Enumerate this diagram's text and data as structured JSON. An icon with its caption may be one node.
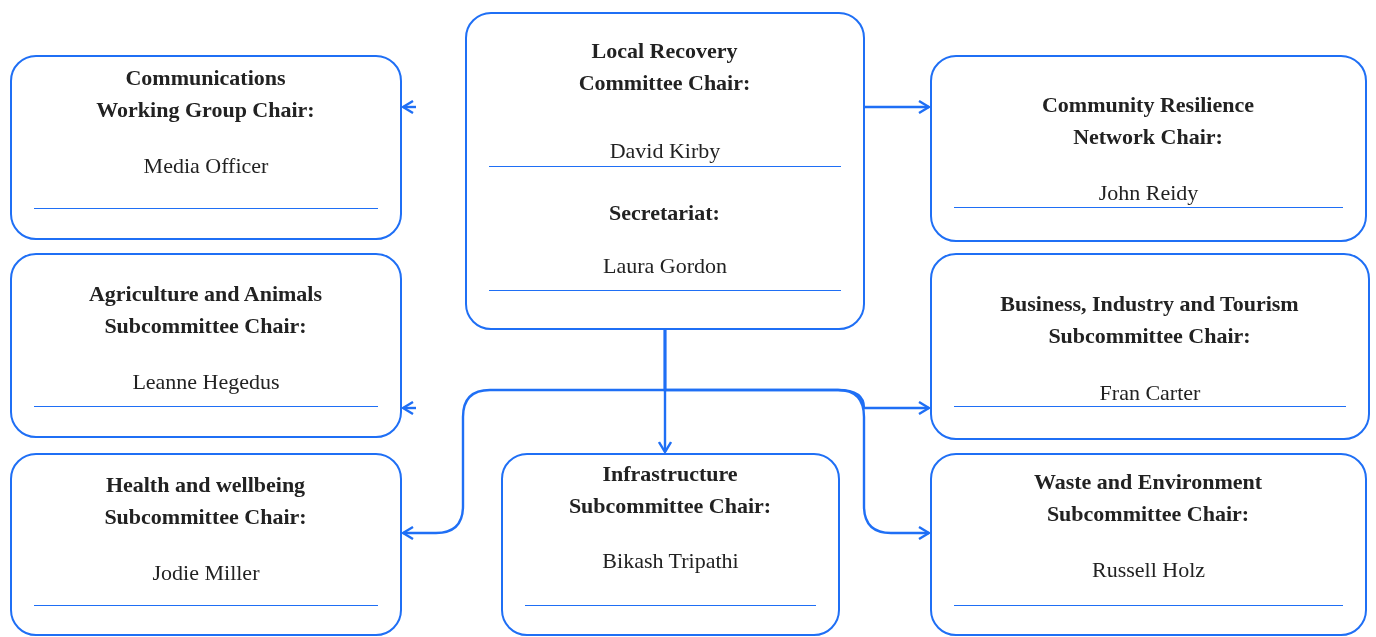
{
  "diagram": {
    "nodes": [
      {
        "text": [
          "Local Recovery Committee Chair:",
          "David Kirby",
          "Secretariat:",
          "Laura Gordon"
        ]
      },
      {
        "text": [
          "Communications Working Group Chair:",
          "Media Officer"
        ]
      },
      {
        "text": [
          "Community Resilience Network Chair:",
          "John Reidy"
        ]
      },
      {
        "text": [
          "Agriculture and Animals Subcommittee Chair:",
          "Leanne Hegedus"
        ]
      },
      {
        "text": [
          "Business, Industry and Tourism Subcommittee Chair:",
          "Fran Carter"
        ]
      },
      {
        "text": [
          "Health and wellbeing Subcommittee Chair:",
          "Jodie Miller"
        ]
      },
      {
        "text": [
          "Infrastructure Subcommittee Chair:",
          "Bikash Tripathi"
        ]
      },
      {
        "text": [
          "Waste and Environment Subcommittee Chair:",
          "Russell Holz"
        ]
      }
    ],
    "edges": [
      {
        "from": 0,
        "to": 2,
        "arrow": "to"
      },
      {
        "from": 0,
        "to": 6,
        "arrow": "to"
      },
      {
        "from": 0,
        "to": 4,
        "arrow": "to"
      },
      {
        "from": 0,
        "to": 5,
        "arrow": "to"
      },
      {
        "from": 0,
        "to": 7,
        "arrow": "to"
      },
      {
        "from": null,
        "to": 1,
        "arrow": "to"
      },
      {
        "from": null,
        "to": 3,
        "arrow": "to"
      }
    ]
  }
}
